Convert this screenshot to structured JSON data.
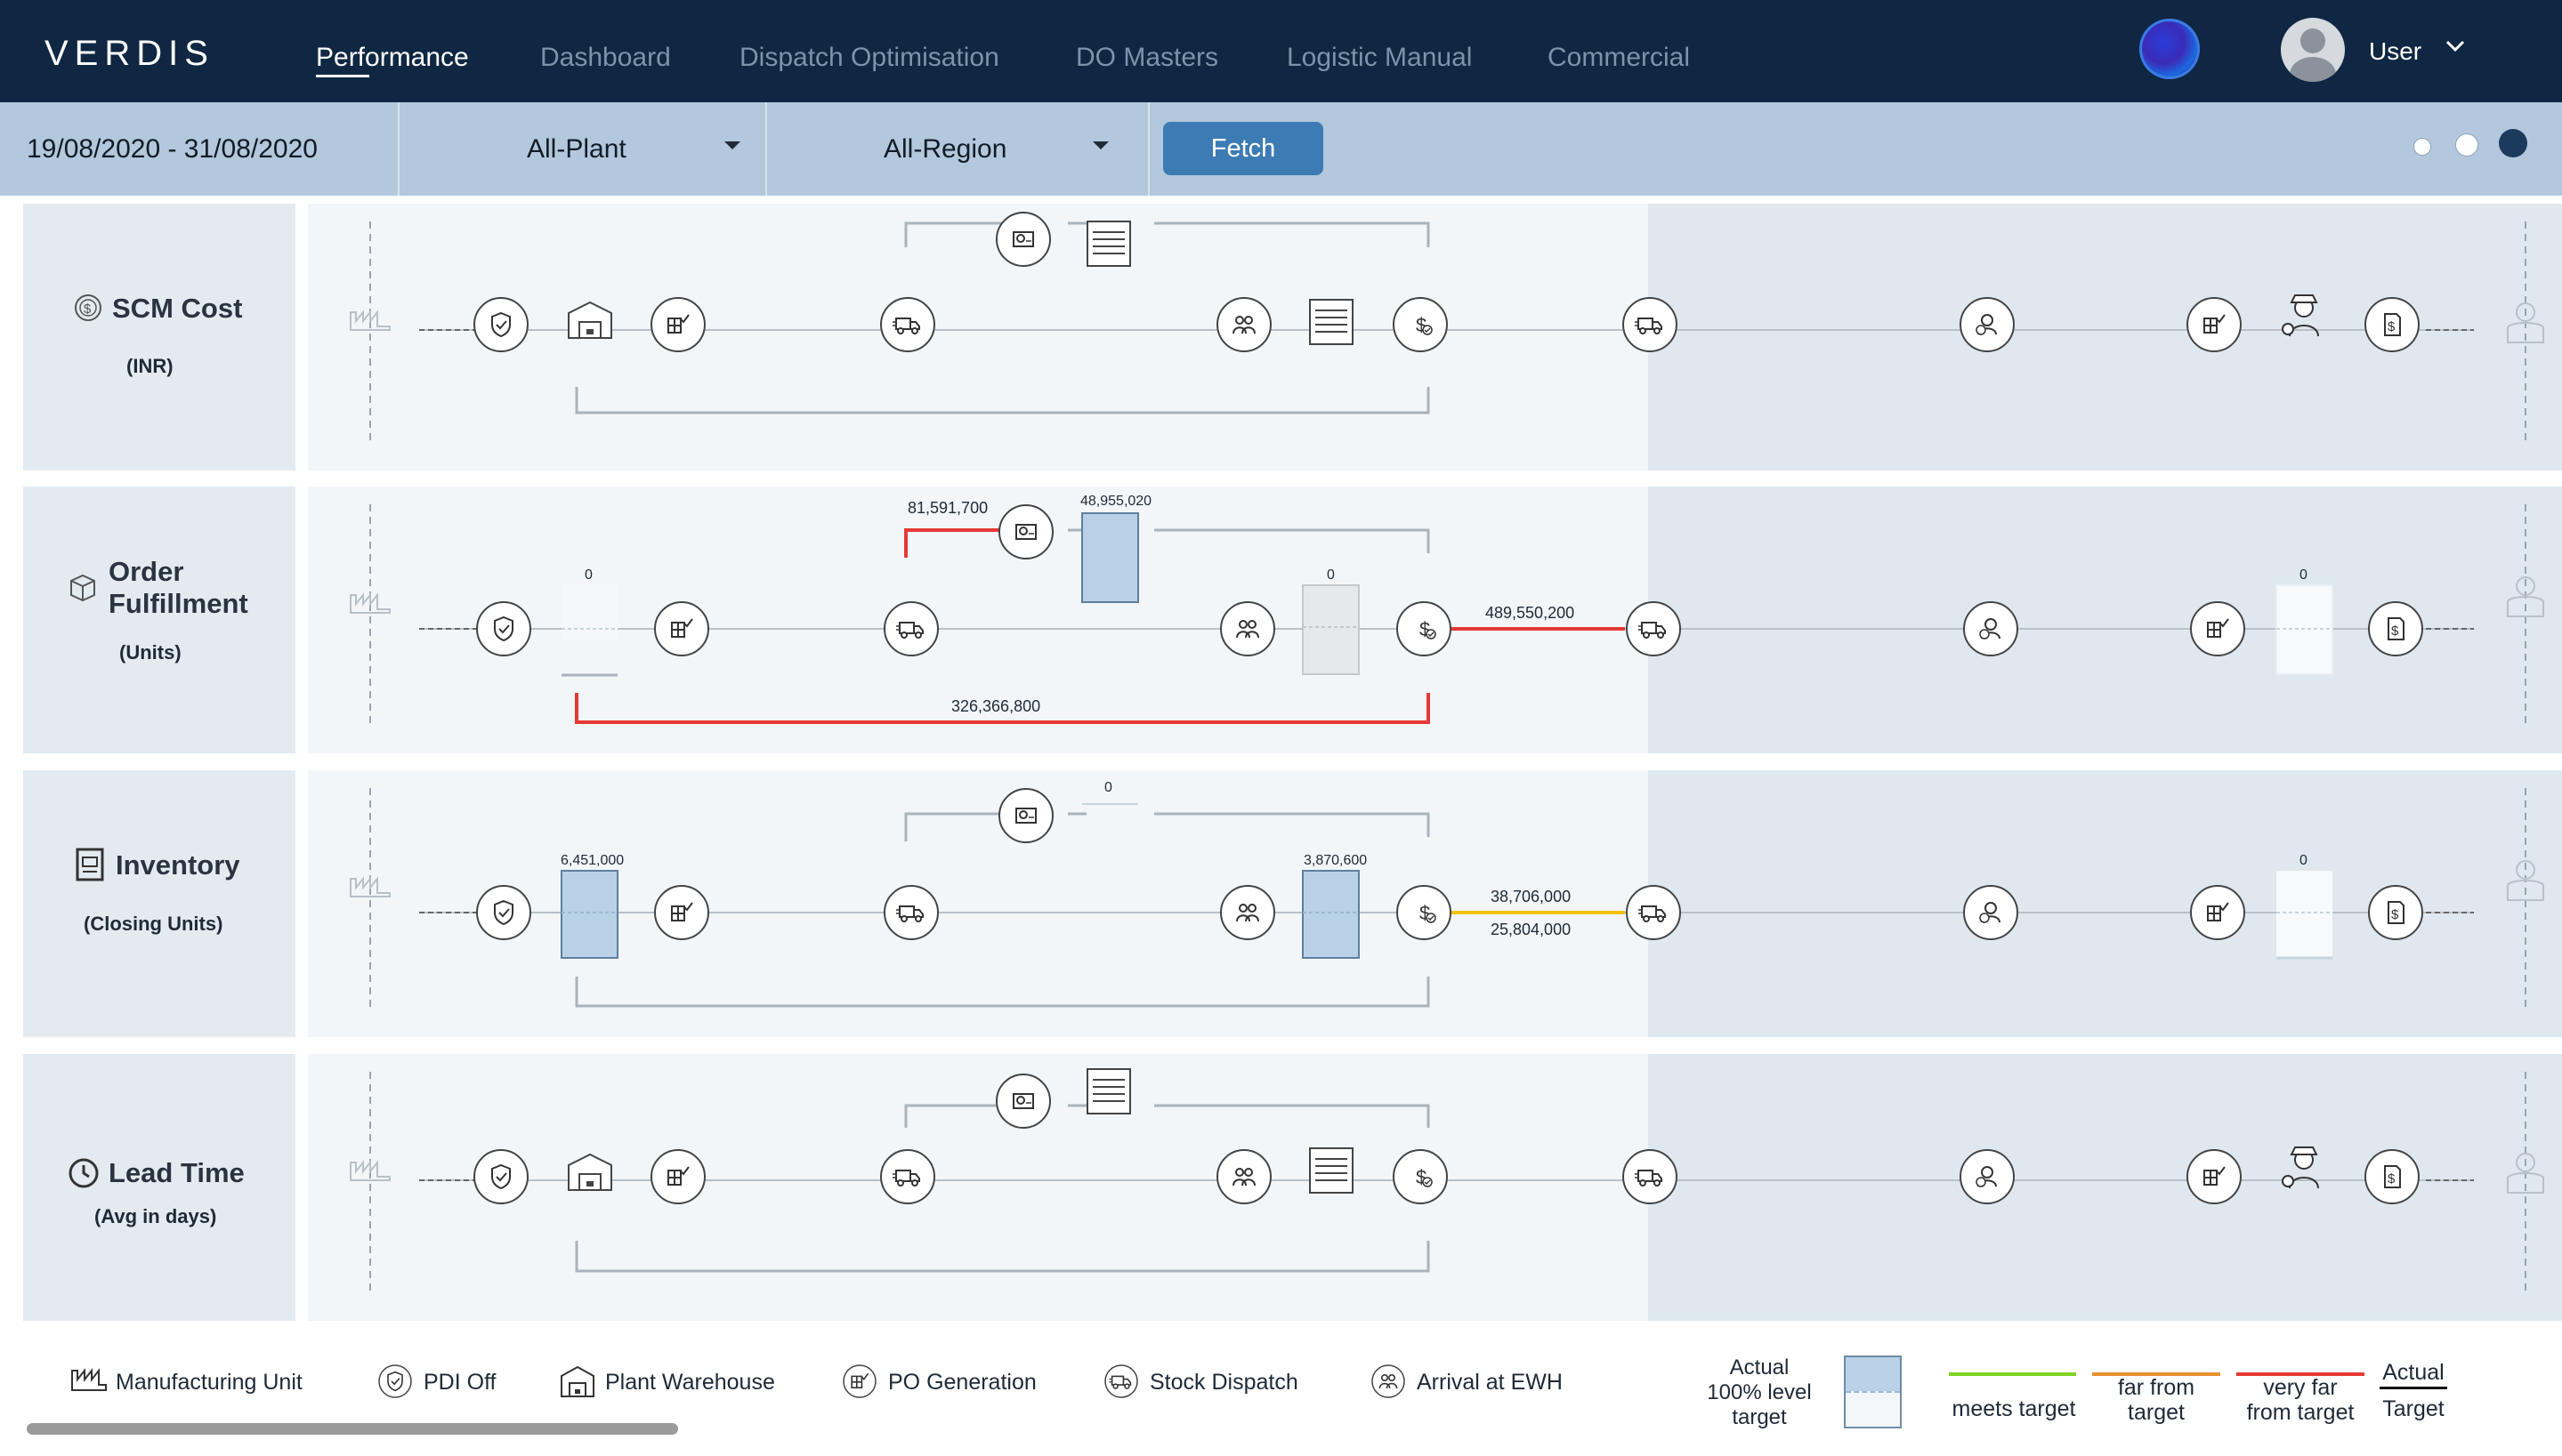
{
  "app": {
    "logo": "VERDIS"
  },
  "nav": {
    "items": [
      "Performance",
      "Dashboard",
      "Dispatch Optimisation",
      "DO Masters",
      "Logistic Manual",
      "Commercial"
    ],
    "active": "Performance"
  },
  "user": {
    "name": "User"
  },
  "filters": {
    "date_range": "19/08/2020 - 31/08/2020",
    "plant": "All-Plant",
    "region": "All-Region",
    "fetch_label": "Fetch"
  },
  "rows": [
    {
      "title": "SCM Cost",
      "subtitle": "(INR)",
      "icon": "rupee-coin-icon"
    },
    {
      "title_line1": "Order",
      "title_line2": "Fulfillment",
      "subtitle": "(Units)",
      "icon": "box-icon",
      "values": {
        "top_left_red": "81,591,700",
        "top_bar": "48,955,020",
        "warehouse_bar": "0",
        "mid_bar": "0",
        "dispatch_red": "489,550,200",
        "bottom_red": "326,366,800",
        "right_bar": "0"
      }
    },
    {
      "title": "Inventory",
      "subtitle": "(Closing Units)",
      "icon": "inventory-icon",
      "values": {
        "top_bar": "0",
        "warehouse_bar": "6,451,000",
        "mid_bar": "3,870,600",
        "dispatch_actual": "38,706,000",
        "dispatch_target": "25,804,000",
        "right_bar": "0"
      }
    },
    {
      "title": "Lead Time",
      "subtitle": "(Avg in days)",
      "icon": "clock-icon"
    }
  ],
  "legend": {
    "items": [
      "Manufacturing Unit",
      "PDI Off",
      "Plant Warehouse",
      "PO Generation",
      "Stock Dispatch",
      "Arrival at EWH"
    ],
    "bar_label_1": "Actual",
    "bar_label_2": "100% level",
    "bar_label_3": "target",
    "meets_target": "meets target",
    "far_1": "far from",
    "far_2": "target",
    "very_far_1": "very far",
    "very_far_2": "from target",
    "actual": "Actual",
    "target": "Target",
    "colors": {
      "meets": "#7ed321",
      "far": "#e8912d",
      "very_far": "#e53935",
      "dispatch_yellow": "#f2c300"
    }
  }
}
